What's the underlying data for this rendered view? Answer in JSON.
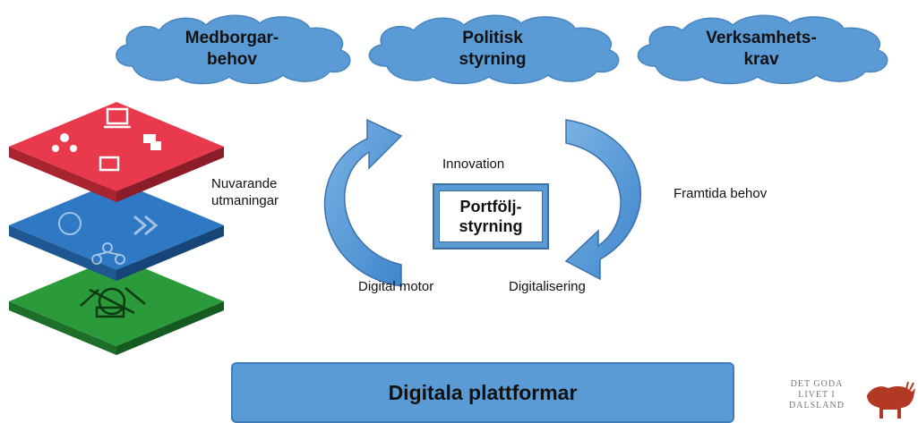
{
  "clouds": [
    {
      "text": "Medborgar-\nbehov"
    },
    {
      "text": "Politisk\nstyrning"
    },
    {
      "text": "Verksamhets-\nkrav"
    }
  ],
  "labels": {
    "nuvarande": "Nuvarande\nutmaningar",
    "innovation": "Innovation",
    "framtida": "Framtida behov",
    "digital_motor": "Digital motor",
    "digitalisering": "Digitalisering"
  },
  "center": {
    "text": "Portfölj-\nstyrning"
  },
  "platform": {
    "text": "Digitala plattformar"
  },
  "logo": {
    "text": "DET GODA\nLIVET I\nDALSLAND"
  },
  "colors": {
    "cloud": "#5b9bd5",
    "layer_top": "#e8394d",
    "layer_mid": "#2e78c4",
    "layer_bottom": "#2a9a3a",
    "arrow": "#5b9bd5"
  }
}
